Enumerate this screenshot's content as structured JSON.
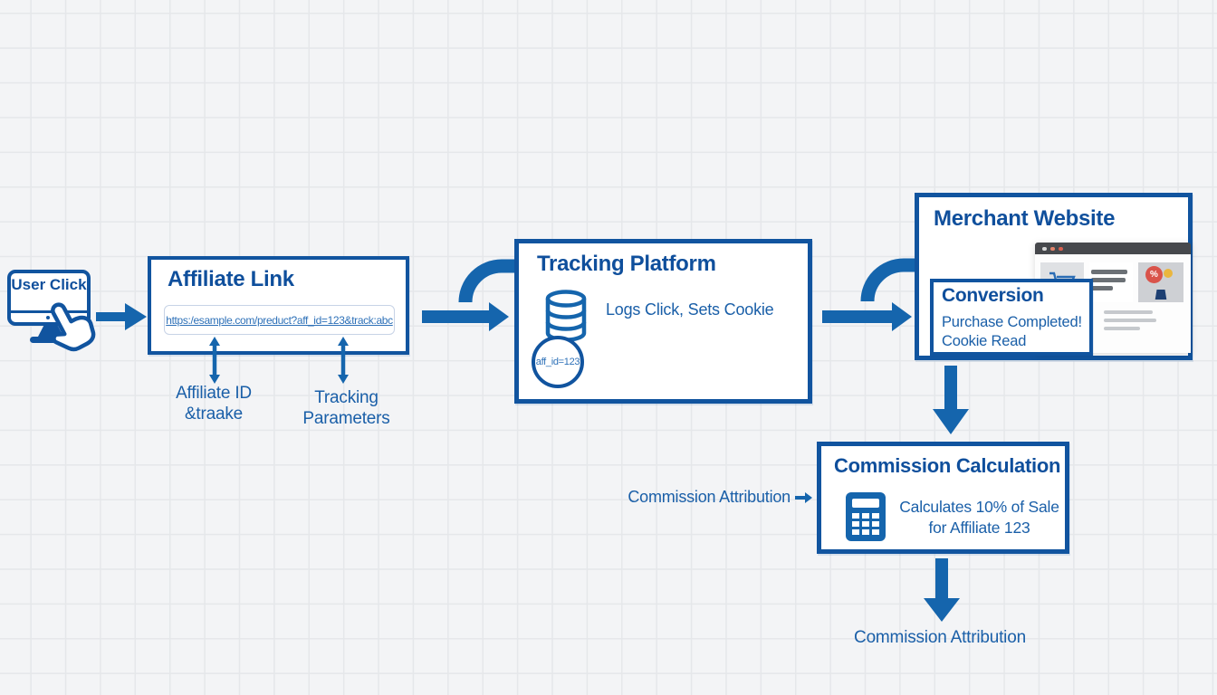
{
  "diagram": {
    "user_click": {
      "label": "User Click"
    },
    "affiliate_link": {
      "title": "Affiliate Link",
      "url": "https:/esample.com/preduct?aff_id=123&track:abc",
      "annotations": {
        "affiliate_id": "Affiliate ID\n&traake",
        "tracking_params": "Tracking\nParameters"
      }
    },
    "tracking_platform": {
      "title": "Tracking Platform",
      "description": "Logs Click, Sets Cookie",
      "cookie_badge": "aff_id=123"
    },
    "merchant_website": {
      "title": "Merchant Website",
      "conversion": {
        "title": "Conversion",
        "description": "Purchase Completed!\nCookie Read"
      }
    },
    "commission_calculation": {
      "title": "Commission Calculation",
      "description": "Calculates 10% of Sale\nfor Affiliate 123"
    },
    "labels": {
      "commission_attribution_side": "Commission Attribution",
      "commission_attribution_bottom": "Commission Attribution"
    }
  },
  "colors": {
    "primary_border": "#11549f",
    "title_text": "#0f4f9c",
    "body_text": "#1a5fa8",
    "arrow": "#1565ad",
    "link_text": "#2e71b8",
    "background": "#f3f4f6",
    "grid_line": "#e5e7ea",
    "browser_bar": "#46484c",
    "badge_red": "#d9534a",
    "badge_yellow": "#eab63e"
  }
}
